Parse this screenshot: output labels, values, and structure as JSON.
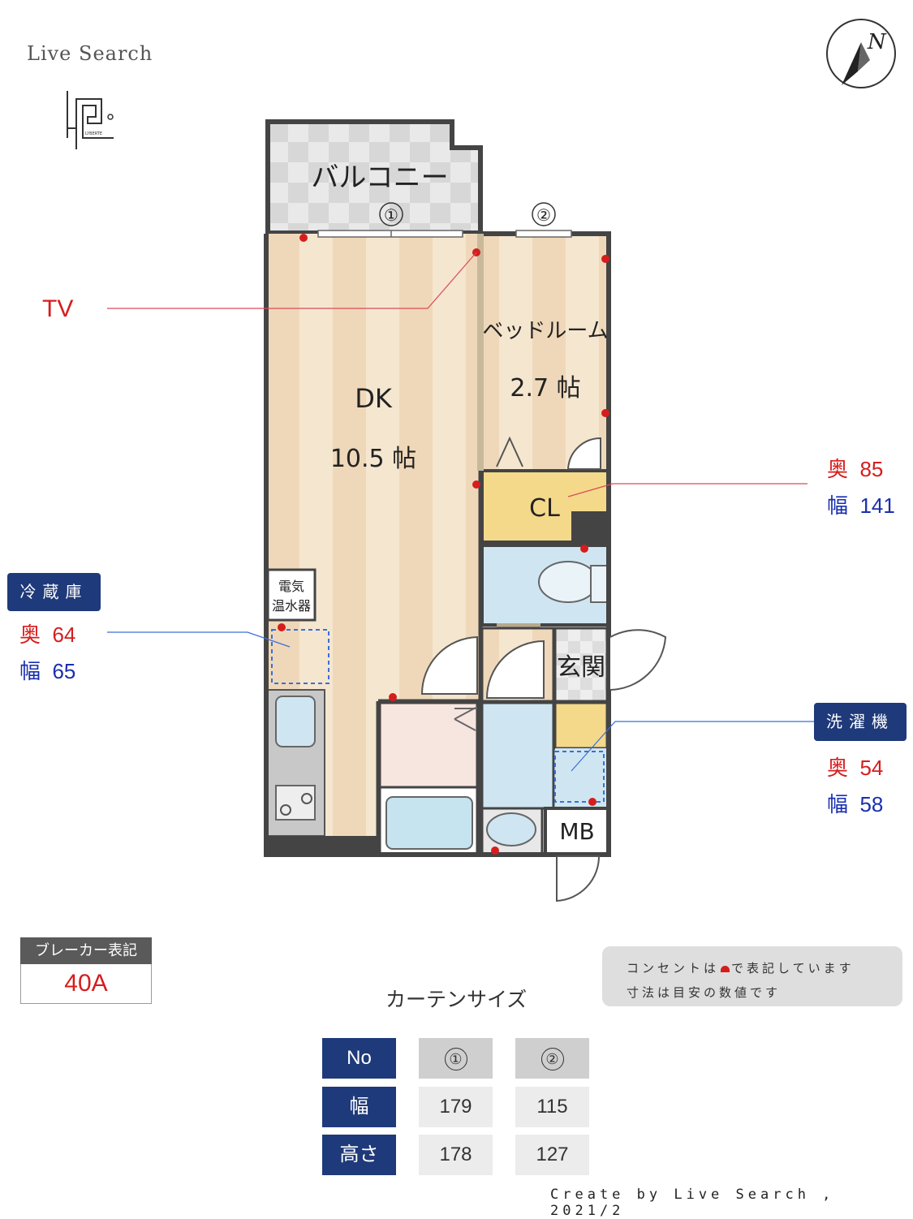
{
  "brand": "Live Search",
  "logo_text": "LYBERTE",
  "compass": {
    "label": "N"
  },
  "rooms": {
    "balcony": "バルコニー",
    "dk_name": "DK",
    "dk_size": "10.5 帖",
    "bedroom_name": "ベッドルーム",
    "bedroom_size": "2.7 帖",
    "closet": "CL",
    "water_heater_1": "電気",
    "water_heater_2": "温水器",
    "entrance": "玄関",
    "meter_box": "MB"
  },
  "window_marks": [
    "①",
    "②"
  ],
  "tv_label": "TV",
  "closet_size": {
    "depth_label": "奥",
    "depth": "85",
    "width_label": "幅",
    "width": "141"
  },
  "fridge": {
    "tag": "冷蔵庫",
    "depth_label": "奥",
    "depth": "64",
    "width_label": "幅",
    "width": "65"
  },
  "washer": {
    "tag": "洗濯機",
    "depth_label": "奥",
    "depth": "54",
    "width_label": "幅",
    "width": "58"
  },
  "breaker": {
    "label": "ブレーカー表記",
    "value": "40A"
  },
  "note": {
    "line1_a": "コンセントは",
    "line1_b": "で表記しています",
    "line2": "寸法は目安の数値です"
  },
  "curtain": {
    "title": "カーテンサイズ",
    "headers": [
      "No",
      "幅",
      "高さ"
    ],
    "columns": [
      {
        "no": "①",
        "width": "179",
        "height": "178"
      },
      {
        "no": "②",
        "width": "115",
        "height": "127"
      }
    ]
  },
  "footer": "Create by Live Search , 2021/2",
  "colors": {
    "wall": "#444444",
    "outlet": "#d61d1d",
    "navy": "#1f3a7a",
    "floor_wood": "#f4e3cc",
    "closet": "#f4d98a",
    "wet_area": "#cfe6f2"
  }
}
